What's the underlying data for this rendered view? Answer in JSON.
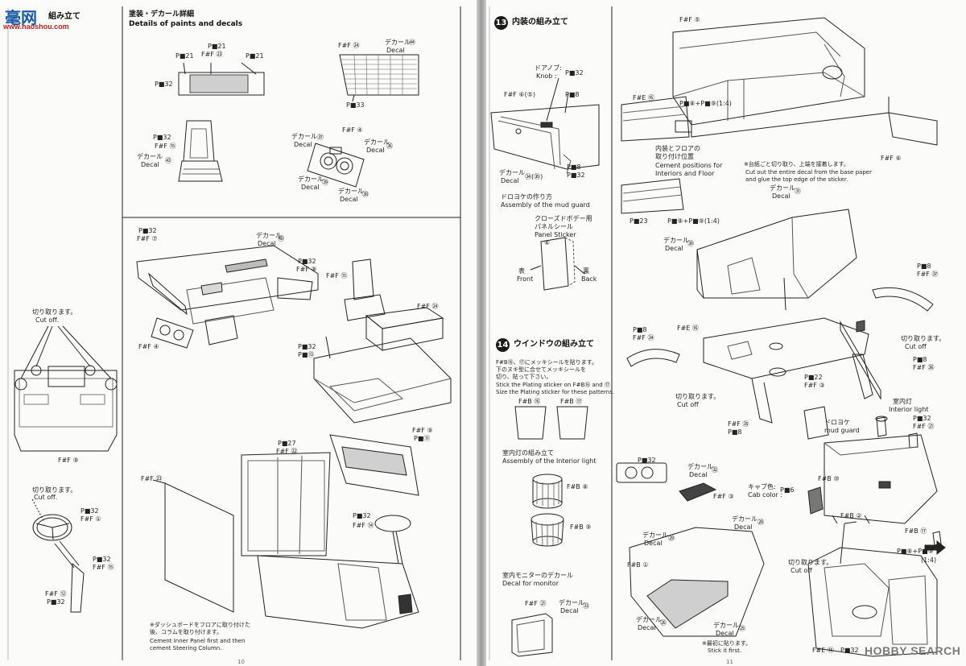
{
  "watermark": {
    "site_cn": "毫网",
    "site_url": "www.haoshou.com",
    "brand": "HOBBY SEARCH"
  },
  "left_page": {
    "step12_title": "組み立て",
    "cutoff": {
      "jp": "切り取ります。",
      "en": "Cut off."
    },
    "ff9": "F#F ⑨",
    "wheel": {
      "cut_jp": "切り取ります。",
      "cut_en": "Cut off.",
      "r32": "P■32",
      "ff1": "F#F ①",
      "r32b": "P■32",
      "ff15": "F#F ⑮",
      "ff12": "F#F ⑫",
      "r32c": "P■32"
    },
    "paint": {
      "title_jp": "塗装・デカール詳細",
      "title_en": "Details of paints and decals",
      "r21a": "P■21",
      "ff23": "F#F ㉓",
      "r21b": "P■21",
      "r21c": "P■21",
      "r32": "P■32",
      "ff24": "F#F ㉔",
      "decal_jp": "デカール",
      "decal_en": "Decal",
      "d44": "㊹",
      "r33": "P■33",
      "seat_r32": "P■32",
      "seat_ff15": "F#F ⑮",
      "seat_decal_jp": "デカール",
      "seat_decal_en": "Decal",
      "seat_d43": "㊸",
      "gauge_decal_jp": "デカール",
      "gauge_decal_en": "Decal",
      "g37": "㊲",
      "g_ff4": "F#F ④",
      "g_decal2_jp": "デカール",
      "g_decal2_en": "Decal",
      "g36": "㊱",
      "g_decal3_jp": "デカール",
      "g_decal3_en": "Decal",
      "g39": "㊴",
      "g_decal4_jp": "デカール",
      "g_decal4_en": "Decal",
      "g38": "㊳"
    },
    "dash": {
      "r32": "P■32",
      "ff7": "F#F ⑦",
      "decal_jp": "デカール",
      "decal_en": "Decal",
      "d40": "㊵",
      "r32b": "P■32",
      "ff8": "F#F ⑧",
      "ff15": "F#F ⑮",
      "ff24": "F#F ㉔",
      "ff4": "F#F ④",
      "r32c": "P■32",
      "r13": "P■⑬",
      "ff9": "F#F ⑨",
      "r11": "P■⑪"
    },
    "floor": {
      "r27": "P■27",
      "ff22": "F#F ㉒",
      "ff23": "F#F ㉓",
      "r32": "P■32",
      "ff14": "F#F ⑭",
      "note_jp1": "※ダッシュボードをフロアに取り付けた",
      "note_jp2": "後、コラムを取り付けます。",
      "note_en1": "Cement Inner Panel first and then",
      "note_en2": "cement Steering Column."
    },
    "page_no": "10"
  },
  "right_page": {
    "step13": {
      "num": "13",
      "title": "内装の組み立て"
    },
    "ff5": "F#F ⑤",
    "knob": {
      "jp": "ドアノブ:",
      "en": "Knob :",
      "r32": "P■32",
      "r8": "P■8",
      "ff65": "F#F ⑥(⑤)",
      "decal_jp": "デカール",
      "decal_en": "Decal",
      "d3435": "㉞(㉟)",
      "r8b": "P■8",
      "r32b": "P■32"
    },
    "mud": {
      "title_jp": "ドロヨケの作り方",
      "title_en": "Assembly of the mud guard",
      "sticker_jp": "クローズドボデー用",
      "sticker_jp2": "パネルシール",
      "sticker_en": "Panel Sticker",
      "n6": "⑥",
      "front_jp": "表",
      "front_en": "Front",
      "back_jp": "裏",
      "back_en": "Back"
    },
    "step14": {
      "num": "14",
      "title": "ウインドウの組み立て",
      "jp1": "F#B⑯、⑰にメッキシールを貼ります。",
      "jp2": "下のヌキ型に合せてメッキシールを",
      "jp3": "切り、貼って下さい。",
      "en1": "Stick the Plating sticker on F#B⑯ and ⑰",
      "en2": "Size the Plating sticker for these patterns.",
      "fb16": "F#B ⑯",
      "fb17": "F#B ⑰"
    },
    "light": {
      "title_jp": "室内灯の組み立て",
      "title_en": "Assembly of the Interior light",
      "fb8": "F#B ⑧",
      "fb9": "F#B ⑨"
    },
    "monitor": {
      "title_jp": "室内モニターのデカール",
      "title_en": "Decal for monitor",
      "ff21": "F#F ㉑",
      "decal_jp": "デカール",
      "decal_en": "Decal",
      "d33": "㉝"
    },
    "floor": {
      "ff16": "F#E ⑯",
      "r8": "P■⑧+P■⑨(1:4)",
      "pos_jp": "内装とフロアの",
      "pos_jp2": "取り付け位置",
      "pos_en": "Cement positions for",
      "pos_en2": "Interiors and Floor",
      "r23": "P■23",
      "r8b": "P■⑧+P■⑨(1:4)",
      "ff6": "F#F ⑥",
      "cut_jp1": "※台紙ごと切り取り、上端を接着します。",
      "cut_en1": "Cut out the entire decal from the base paper",
      "cut_en2": "and glue the top edge of the sticker.",
      "decal_jp": "デカール",
      "decal_en": "Decal",
      "d31": "㉛",
      "decal2_jp": "デカール",
      "decal2_en": "Decal",
      "d30": "㉚"
    },
    "wheels": {
      "r8": "P■8",
      "ff37": "F#F ㊲",
      "r8b": "P■8",
      "ff34": "F#F ㉞",
      "fe16": "F#E ⑯",
      "cut_jp": "切り取ります。",
      "cut_en": "Cut off",
      "r8c": "P■8",
      "ff36": "F#F ㊱",
      "r22": "P■22",
      "ff3": "F#F ③",
      "cut2_jp": "切り取ります。",
      "cut2_en": "Cut off",
      "ff35": "F#F ㉟",
      "r8d": "P■8",
      "mud_jp": "ドロヨケ",
      "mud_en": "mud guard",
      "light_jp": "室内灯",
      "light_en": "Interior light",
      "r32": "P■32",
      "ff21": "F#F ㉑"
    },
    "cab": {
      "r32": "P■32",
      "decal_jp": "デカール",
      "decal_en": "Decal",
      "d32": "㉜",
      "ff3": "F#F ③",
      "color_jp": "キャブ色:",
      "color_en": "Cab color :",
      "r6": "P■6",
      "fb10": "F#B ⑩",
      "fb2": "F#B ②",
      "fb17": "F#B ⑰",
      "fb1": "F#B ①",
      "decalL_jp": "デカール",
      "decalL_en": "Decal",
      "d29": "㉙",
      "decalT_jp": "デカール",
      "decalT_en": "Decal",
      "d28": "㉘",
      "cut_jp": "切り取ります。",
      "cut_en": "Cut off",
      "r89": "P■⑧+P■⑨",
      "ratio": "(1:4)",
      "decalB_jp": "デカール",
      "decalB_en": "Decal",
      "d26": "㉖",
      "decalB2_jp": "デカール",
      "decalB2_en": "Decal",
      "d25": "㉕",
      "last_jp": "※最初に貼ります。",
      "last_en": "Stick it first.",
      "ff15": "F#E ⑮"
    },
    "page_no": "11"
  }
}
